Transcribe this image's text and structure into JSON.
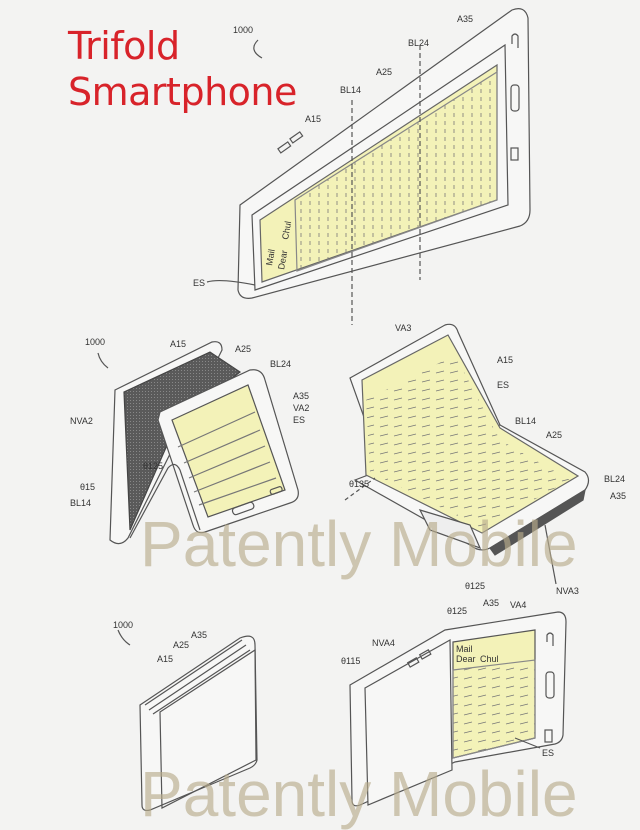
{
  "title": {
    "line1": "Trifold",
    "line2": "Smartphone",
    "color": "#d8232a"
  },
  "watermark": "Patently Mobile",
  "colors": {
    "screen": "#f3f2b8",
    "line": "#555555",
    "dark_panel": "#555555"
  },
  "figures": [
    {
      "labels": {
        "ref": "1000",
        "a15": "A15",
        "a25": "A25",
        "a35": "A35",
        "bl14": "BL14",
        "bl24": "BL24",
        "es": "ES",
        "mail": "Mail",
        "dear": "Dear",
        "chul": "Chul"
      }
    },
    {
      "labels": {
        "ref": "1000",
        "a15": "A15",
        "a25": "A25",
        "bl24": "BL24",
        "a35": "A35",
        "va2": "VA2",
        "es": "ES",
        "nva2": "NVA2",
        "theta125": "θ125",
        "theta15": "θ15",
        "bl14": "BL14"
      }
    },
    {
      "labels": {
        "va3": "VA3",
        "a15": "A15",
        "es": "ES",
        "bl14": "BL14",
        "a25": "A25",
        "bl24": "BL24",
        "a35": "A35",
        "nva3": "NVA3",
        "theta135": "θ135",
        "theta125": "θ125"
      }
    },
    {
      "labels": {
        "ref": "1000",
        "a15": "A15",
        "a25": "A25",
        "a35": "A35"
      }
    },
    {
      "labels": {
        "theta125": "θ125",
        "a35": "A35",
        "va4": "VA4",
        "nva4": "NVA4",
        "theta115": "θ115",
        "es": "ES"
      }
    }
  ]
}
